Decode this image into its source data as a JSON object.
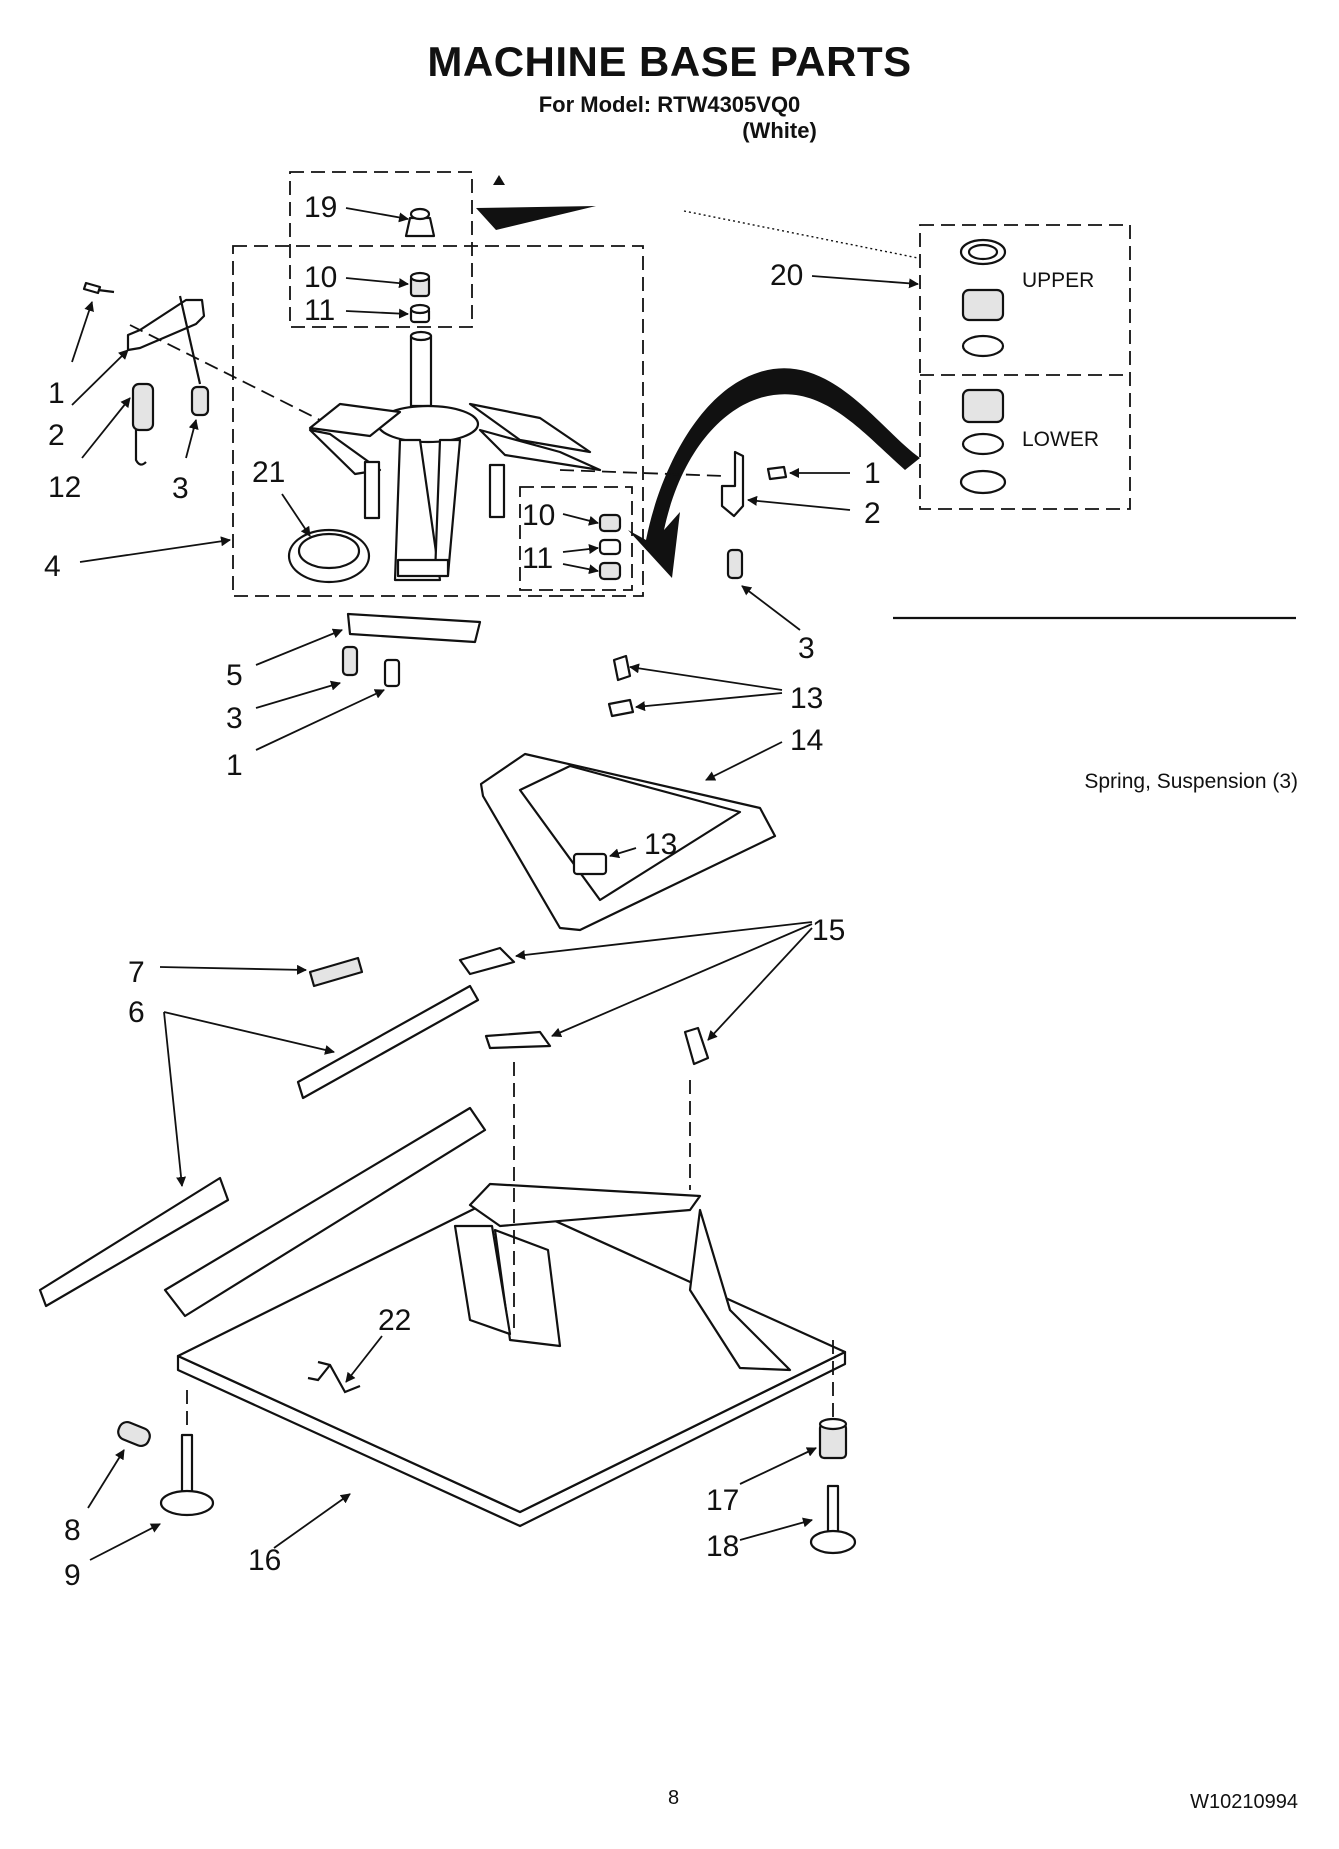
{
  "header": {
    "title": "MACHINE BASE PARTS",
    "model_line": "For Model: RTW4305VQ0",
    "color_line": "(White)"
  },
  "inset": {
    "upper_label": "UPPER",
    "lower_label": "LOWER"
  },
  "note": "Spring, Suspension (3)",
  "callouts": {
    "c19": "19",
    "c10a": "10",
    "c11a": "11",
    "c20": "20",
    "c1a": "1",
    "c2a": "2",
    "c12": "12",
    "c3a": "3",
    "c21": "21",
    "c10b": "10",
    "c11b": "11",
    "c4": "4",
    "c1b": "1",
    "c2b": "2",
    "c3b": "3",
    "c5": "5",
    "c3c": "3",
    "c1c": "1",
    "c13a": "13",
    "c14": "14",
    "c13b": "13",
    "c7": "7",
    "c6": "6",
    "c15": "15",
    "c22": "22",
    "c8": "8",
    "c9": "9",
    "c16": "16",
    "c17": "17",
    "c18": "18"
  },
  "footer": {
    "page_number": "8",
    "doc_number": "W10210994"
  }
}
